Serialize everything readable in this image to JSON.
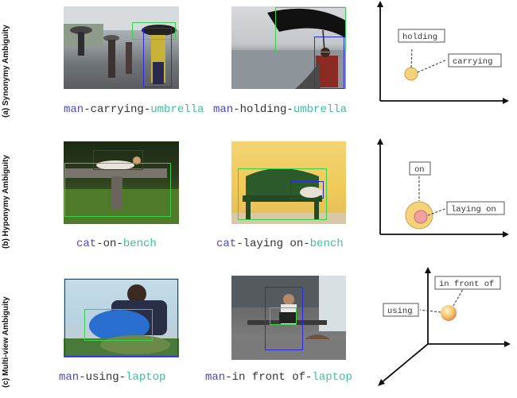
{
  "rows": [
    {
      "label": "(a) Synonymy Ambiguity",
      "left": {
        "subject": "man",
        "predicate": "-carrying-",
        "object": "umbrella"
      },
      "right": {
        "subject": "man",
        "predicate": "-holding-",
        "object": "umbrella"
      },
      "tags": [
        "holding",
        "carrying"
      ]
    },
    {
      "label": "(b) Hyponymy Ambiguity",
      "left": {
        "subject": "cat",
        "predicate": "-on-",
        "object": "bench"
      },
      "right": {
        "subject": "cat",
        "predicate": "-laying on-",
        "object": "bench"
      },
      "tags": [
        "on",
        "laying on"
      ]
    },
    {
      "label": "(c) Multi-view Ambiguity",
      "left": {
        "subject": "man",
        "predicate": "-using-",
        "object": "laptop"
      },
      "right": {
        "subject": "man",
        "predicate": "-in front of-",
        "object": "laptop"
      },
      "tags": [
        "in front of",
        "using"
      ]
    }
  ],
  "colors": {
    "subject_box": "#2a2ae0",
    "object_box": "#38d048",
    "embedding_fill": "#f6d27a",
    "embedding_inner": "#f2a0a0"
  }
}
